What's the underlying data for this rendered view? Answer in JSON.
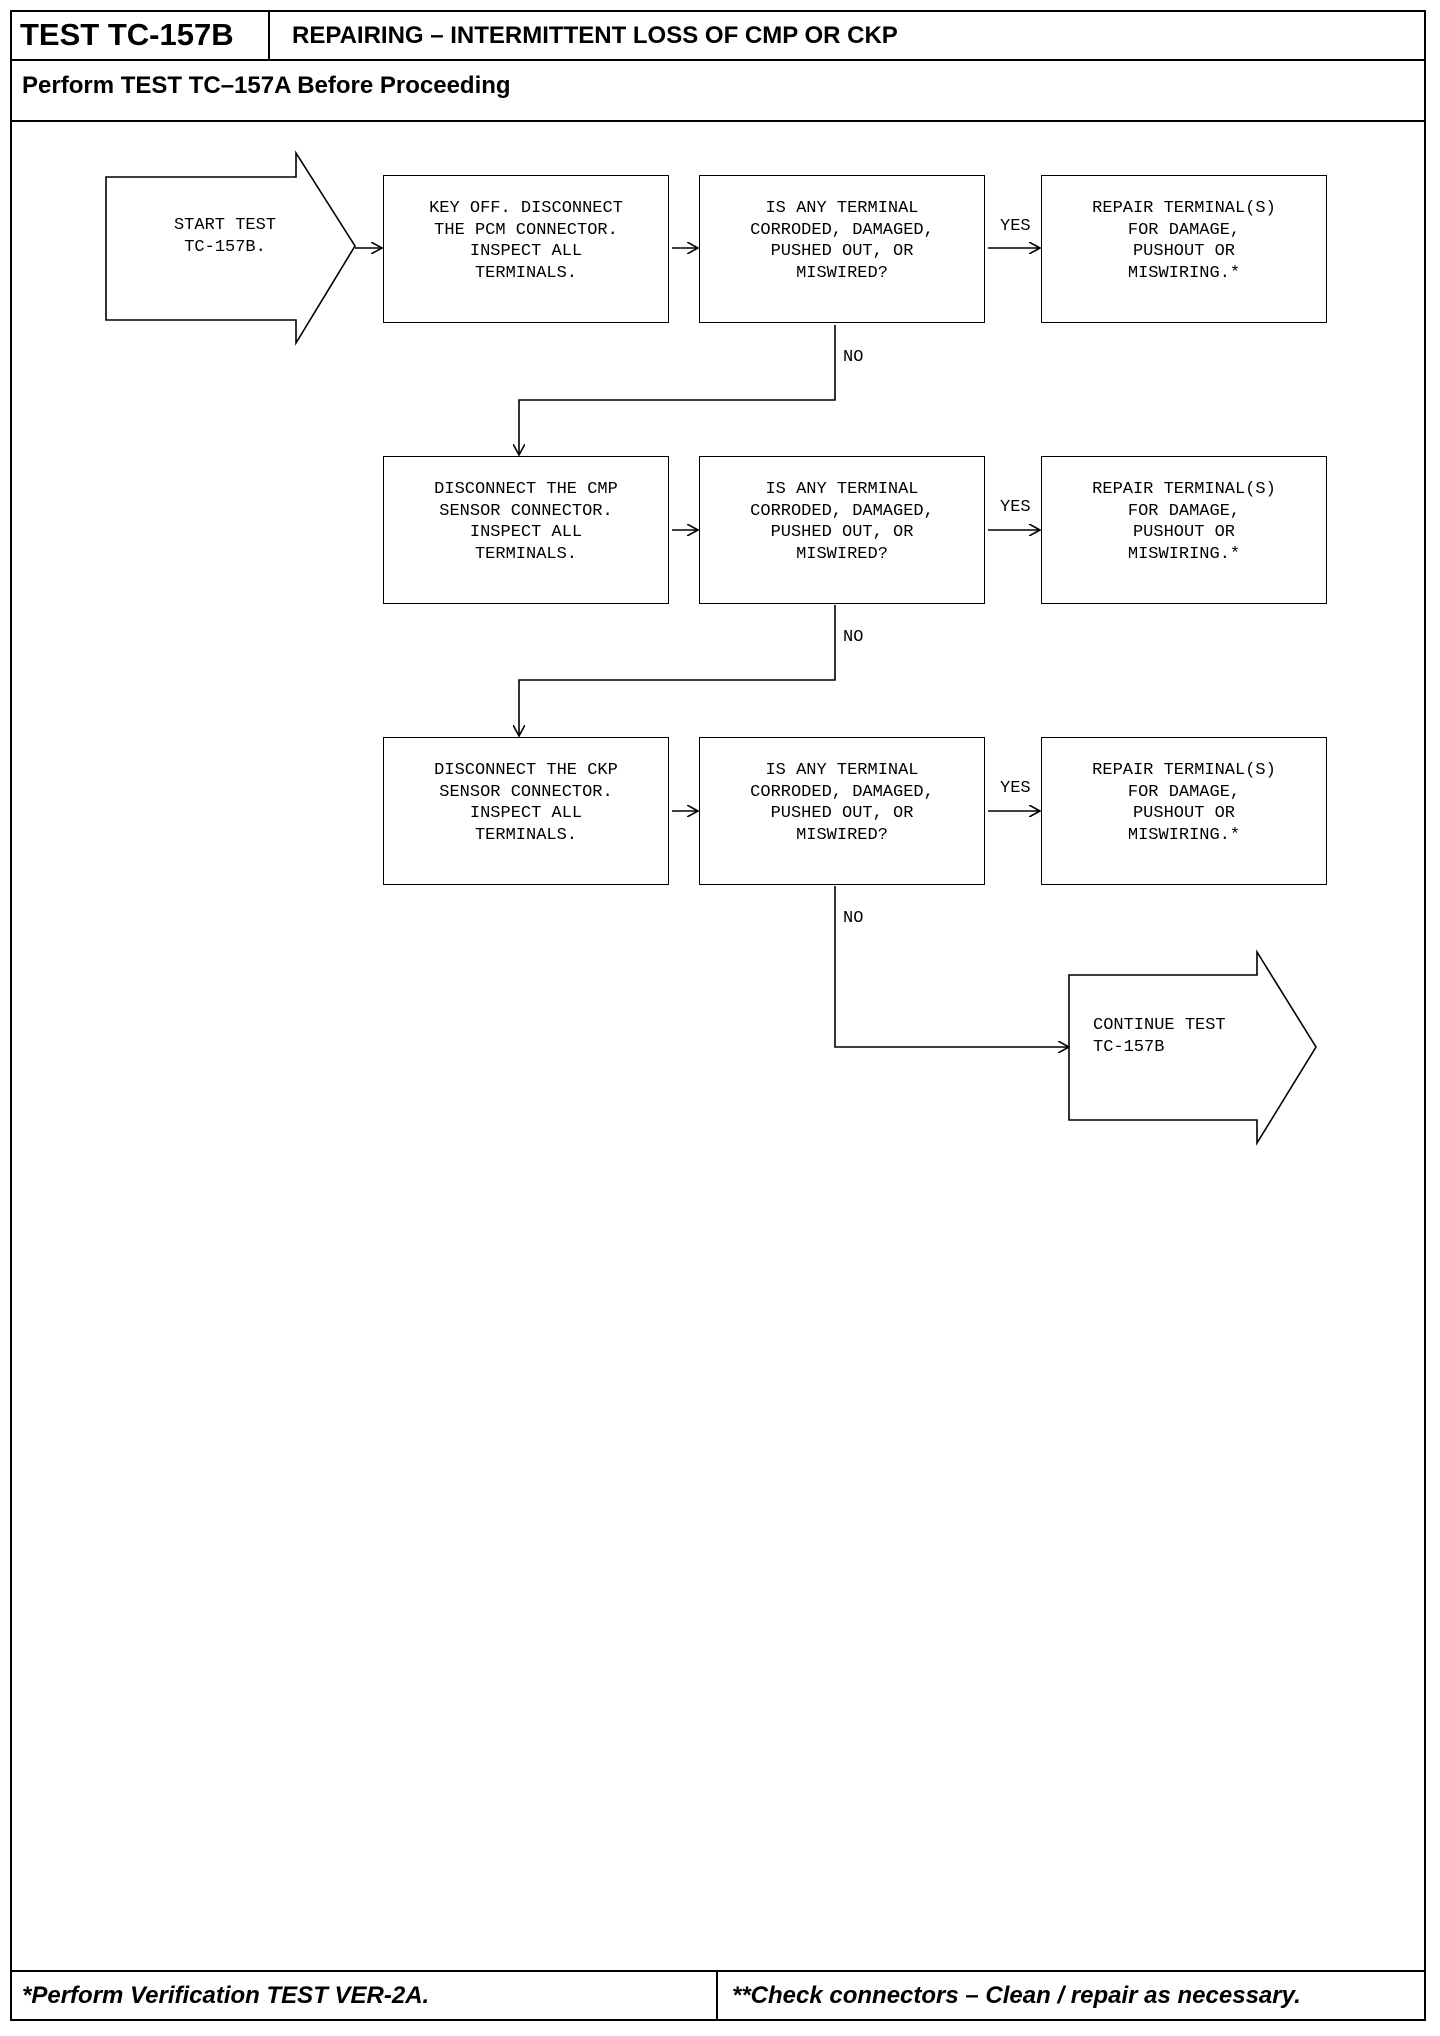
{
  "header": {
    "test_id": "TEST TC-157B",
    "title": "REPAIRING – INTERMITTENT LOSS OF CMP OR CKP",
    "prerequisite": "Perform TEST TC–157A Before Proceeding"
  },
  "flowchart": {
    "start": "START TEST\nTC-157B.",
    "rows": [
      {
        "action": "KEY OFF. DISCONNECT\nTHE PCM CONNECTOR.\nINSPECT ALL\nTERMINALS.",
        "question": "IS ANY TERMINAL\nCORRODED, DAMAGED,\nPUSHED OUT, OR\nMISWIRED?",
        "repair": "REPAIR TERMINAL(S)\nFOR DAMAGE,\nPUSHOUT OR\nMISWIRING.*",
        "yes_label": "YES",
        "no_label": "NO"
      },
      {
        "action": "DISCONNECT THE CMP\nSENSOR CONNECTOR.\nINSPECT ALL\nTERMINALS.",
        "question": "IS ANY TERMINAL\nCORRODED, DAMAGED,\nPUSHED OUT, OR\nMISWIRED?",
        "repair": "REPAIR TERMINAL(S)\nFOR DAMAGE,\nPUSHOUT OR\nMISWIRING.*",
        "yes_label": "YES",
        "no_label": "NO"
      },
      {
        "action": "DISCONNECT THE CKP\nSENSOR CONNECTOR.\nINSPECT ALL\nTERMINALS.",
        "question": "IS ANY TERMINAL\nCORRODED, DAMAGED,\nPUSHED OUT, OR\nMISWIRED?",
        "repair": "REPAIR TERMINAL(S)\nFOR DAMAGE,\nPUSHOUT OR\nMISWIRING.*",
        "yes_label": "YES",
        "no_label": "NO"
      }
    ],
    "end": "CONTINUE TEST\nTC-157B"
  },
  "footer": {
    "left_note": "*Perform Verification TEST VER-2A.",
    "right_note": "**Check connectors – Clean / repair as necessary."
  }
}
